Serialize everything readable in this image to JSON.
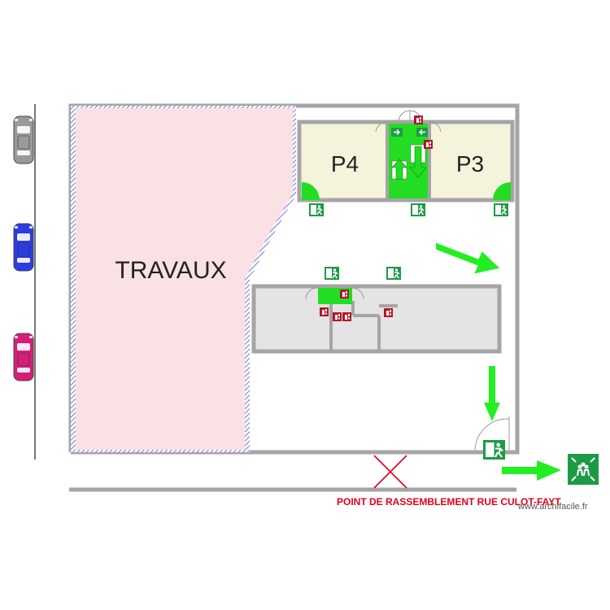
{
  "rooms": {
    "works_label": "TRAVAUX",
    "p4_label": "P4",
    "p3_label": "P3"
  },
  "assembly": {
    "label": "POINT DE RASSEMBLEMENT RUE CULOT-FAYT"
  },
  "watermark": "www.archifacile.fr",
  "icons": {
    "emergency_exit": "running-man-exit-icon",
    "assembly_point": "assembly-point-icon",
    "fire_extinguisher": "fire-extinguisher-icon",
    "fire_alarm": "fire-alarm-icon",
    "direction_arrow": "green-arrow-icon",
    "no_assembly": "red-cross-icon"
  },
  "colors": {
    "works_zone": "#f9e1e4",
    "apartment": "#f6f3dc",
    "stairwell": "#22dd22",
    "building": "#e4e4e4",
    "wall": "#a5a5a5",
    "arrow": "#22ee22",
    "exit_sign": "#1e9a46",
    "fire_sign": "#b3162b",
    "assembly_text": "#e3001b"
  },
  "cars": [
    {
      "color": "#9a9a9a"
    },
    {
      "color": "#2b3de0"
    },
    {
      "color": "#d31f78"
    }
  ]
}
